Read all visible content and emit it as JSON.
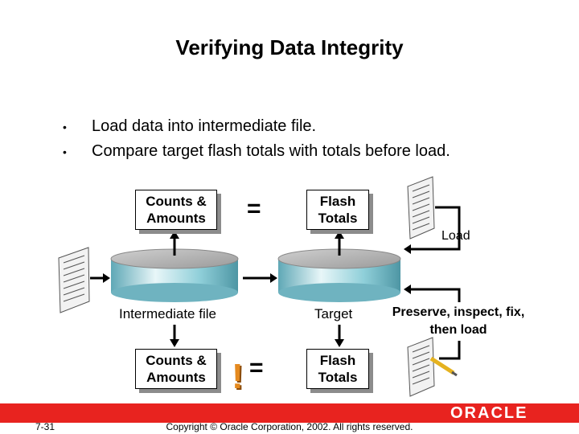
{
  "title": "Verifying Data Integrity",
  "bullets": [
    "Load data into intermediate file.",
    "Compare target flash totals with totals before load."
  ],
  "top_row": {
    "left_box": "Counts & Amounts",
    "operator": "=",
    "right_box": "Flash Totals"
  },
  "bottom_row": {
    "left_box": "Counts & Amounts",
    "operator": "!=",
    "right_box": "Flash Totals"
  },
  "labels": {
    "intermediate": "Intermediate file",
    "target": "Target",
    "load": "Load",
    "preserve": "Preserve, inspect, fix, then load"
  },
  "footer": {
    "slide_number": "7-31",
    "copyright": "Copyright © Oracle Corporation, 2002. All rights reserved.",
    "logo": "ORACLE"
  },
  "colors": {
    "brand_red": "#e8231f",
    "cylinder_teal": "#8fcfd9",
    "warning_orange": "#e58a1f"
  }
}
